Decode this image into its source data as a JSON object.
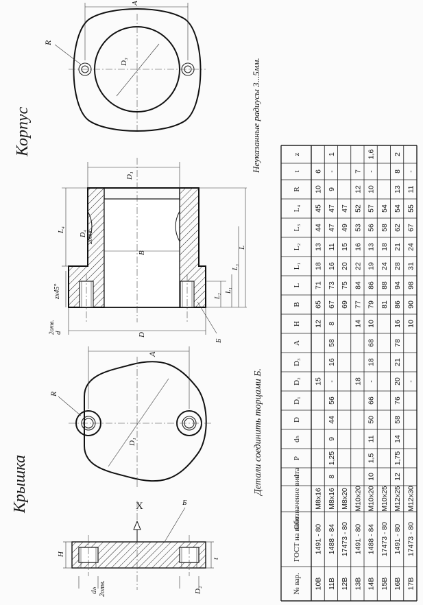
{
  "titles": {
    "lid": "Крышка",
    "body": "Корпус"
  },
  "notes": {
    "weld": "Детали соединить торцами Б.",
    "radii": "Неуказанные радиусы 3...5мм."
  },
  "dims": {
    "H": "H",
    "d_h": "dₕ",
    "two_holes": "2отв.",
    "D2": "D₂",
    "t": "t",
    "X": "X",
    "B_label": "Б",
    "R": "R",
    "A": "A",
    "D1": "D₁",
    "d": "d",
    "D": "D",
    "z45": "zx45°",
    "L2": "L₂",
    "L1": "L₁",
    "L3": "L₃",
    "L": "L",
    "B": "B",
    "L4": "L₄",
    "D4": "D₄",
    "D3": "D₃",
    "B_body": "Б"
  },
  "table": {
    "headers": [
      "№ вар.",
      "ГОСТ на винт",
      "Обозначение винта",
      "d",
      "P",
      "dₕ",
      "D",
      "D₁",
      "D₂",
      "D₃",
      "A",
      "H",
      "B",
      "L",
      "L₁",
      "L₂",
      "L₃",
      "L₄",
      "R",
      "t",
      "z"
    ],
    "rows": [
      [
        "10В",
        "1491 - 80",
        "М8x16",
        "",
        "",
        "",
        "",
        "",
        "15",
        "",
        "",
        "12",
        "65",
        "71",
        "18",
        "13",
        "44",
        "45",
        "10",
        "6",
        ""
      ],
      [
        "11В",
        "1488 - 84",
        "М8x16",
        "8",
        "1,25",
        "9",
        "44",
        "56",
        "-",
        "16",
        "58",
        "8",
        "67",
        "73",
        "16",
        "11",
        "47",
        "47",
        "9",
        "-",
        "1"
      ],
      [
        "12В",
        "17473 - 80",
        "М8x20",
        "",
        "",
        "",
        "",
        "",
        "",
        "",
        "",
        "",
        "69",
        "75",
        "20",
        "15",
        "49",
        "47",
        "",
        "",
        ""
      ],
      [
        "13В",
        "1491 - 80",
        "М10x20",
        "",
        "",
        "",
        "",
        "",
        "18",
        "",
        "",
        "14",
        "77",
        "84",
        "22",
        "16",
        "53",
        "52",
        "12",
        "7",
        ""
      ],
      [
        "14В",
        "1488 - 84",
        "М10x20",
        "10",
        "1,5",
        "11",
        "50",
        "66",
        "-",
        "18",
        "68",
        "10",
        "79",
        "86",
        "19",
        "13",
        "56",
        "57",
        "10",
        "-",
        "1,6"
      ],
      [
        "15В",
        "17473 - 80",
        "М10x25",
        "",
        "",
        "",
        "",
        "",
        "",
        "",
        "",
        "",
        "81",
        "88",
        "24",
        "18",
        "58",
        "54",
        "",
        "",
        ""
      ],
      [
        "16В",
        "1491 - 80",
        "М12x25",
        "12",
        "1,75",
        "14",
        "58",
        "76",
        "20",
        "21",
        "78",
        "16",
        "86",
        "94",
        "28",
        "21",
        "62",
        "54",
        "13",
        "8",
        "2"
      ],
      [
        "17В",
        "17473 - 80",
        "М12x30",
        "",
        "",
        "",
        "",
        "",
        "-",
        "",
        "",
        "10",
        "90",
        "98",
        "31",
        "24",
        "67",
        "55",
        "11",
        "-",
        ""
      ]
    ]
  }
}
